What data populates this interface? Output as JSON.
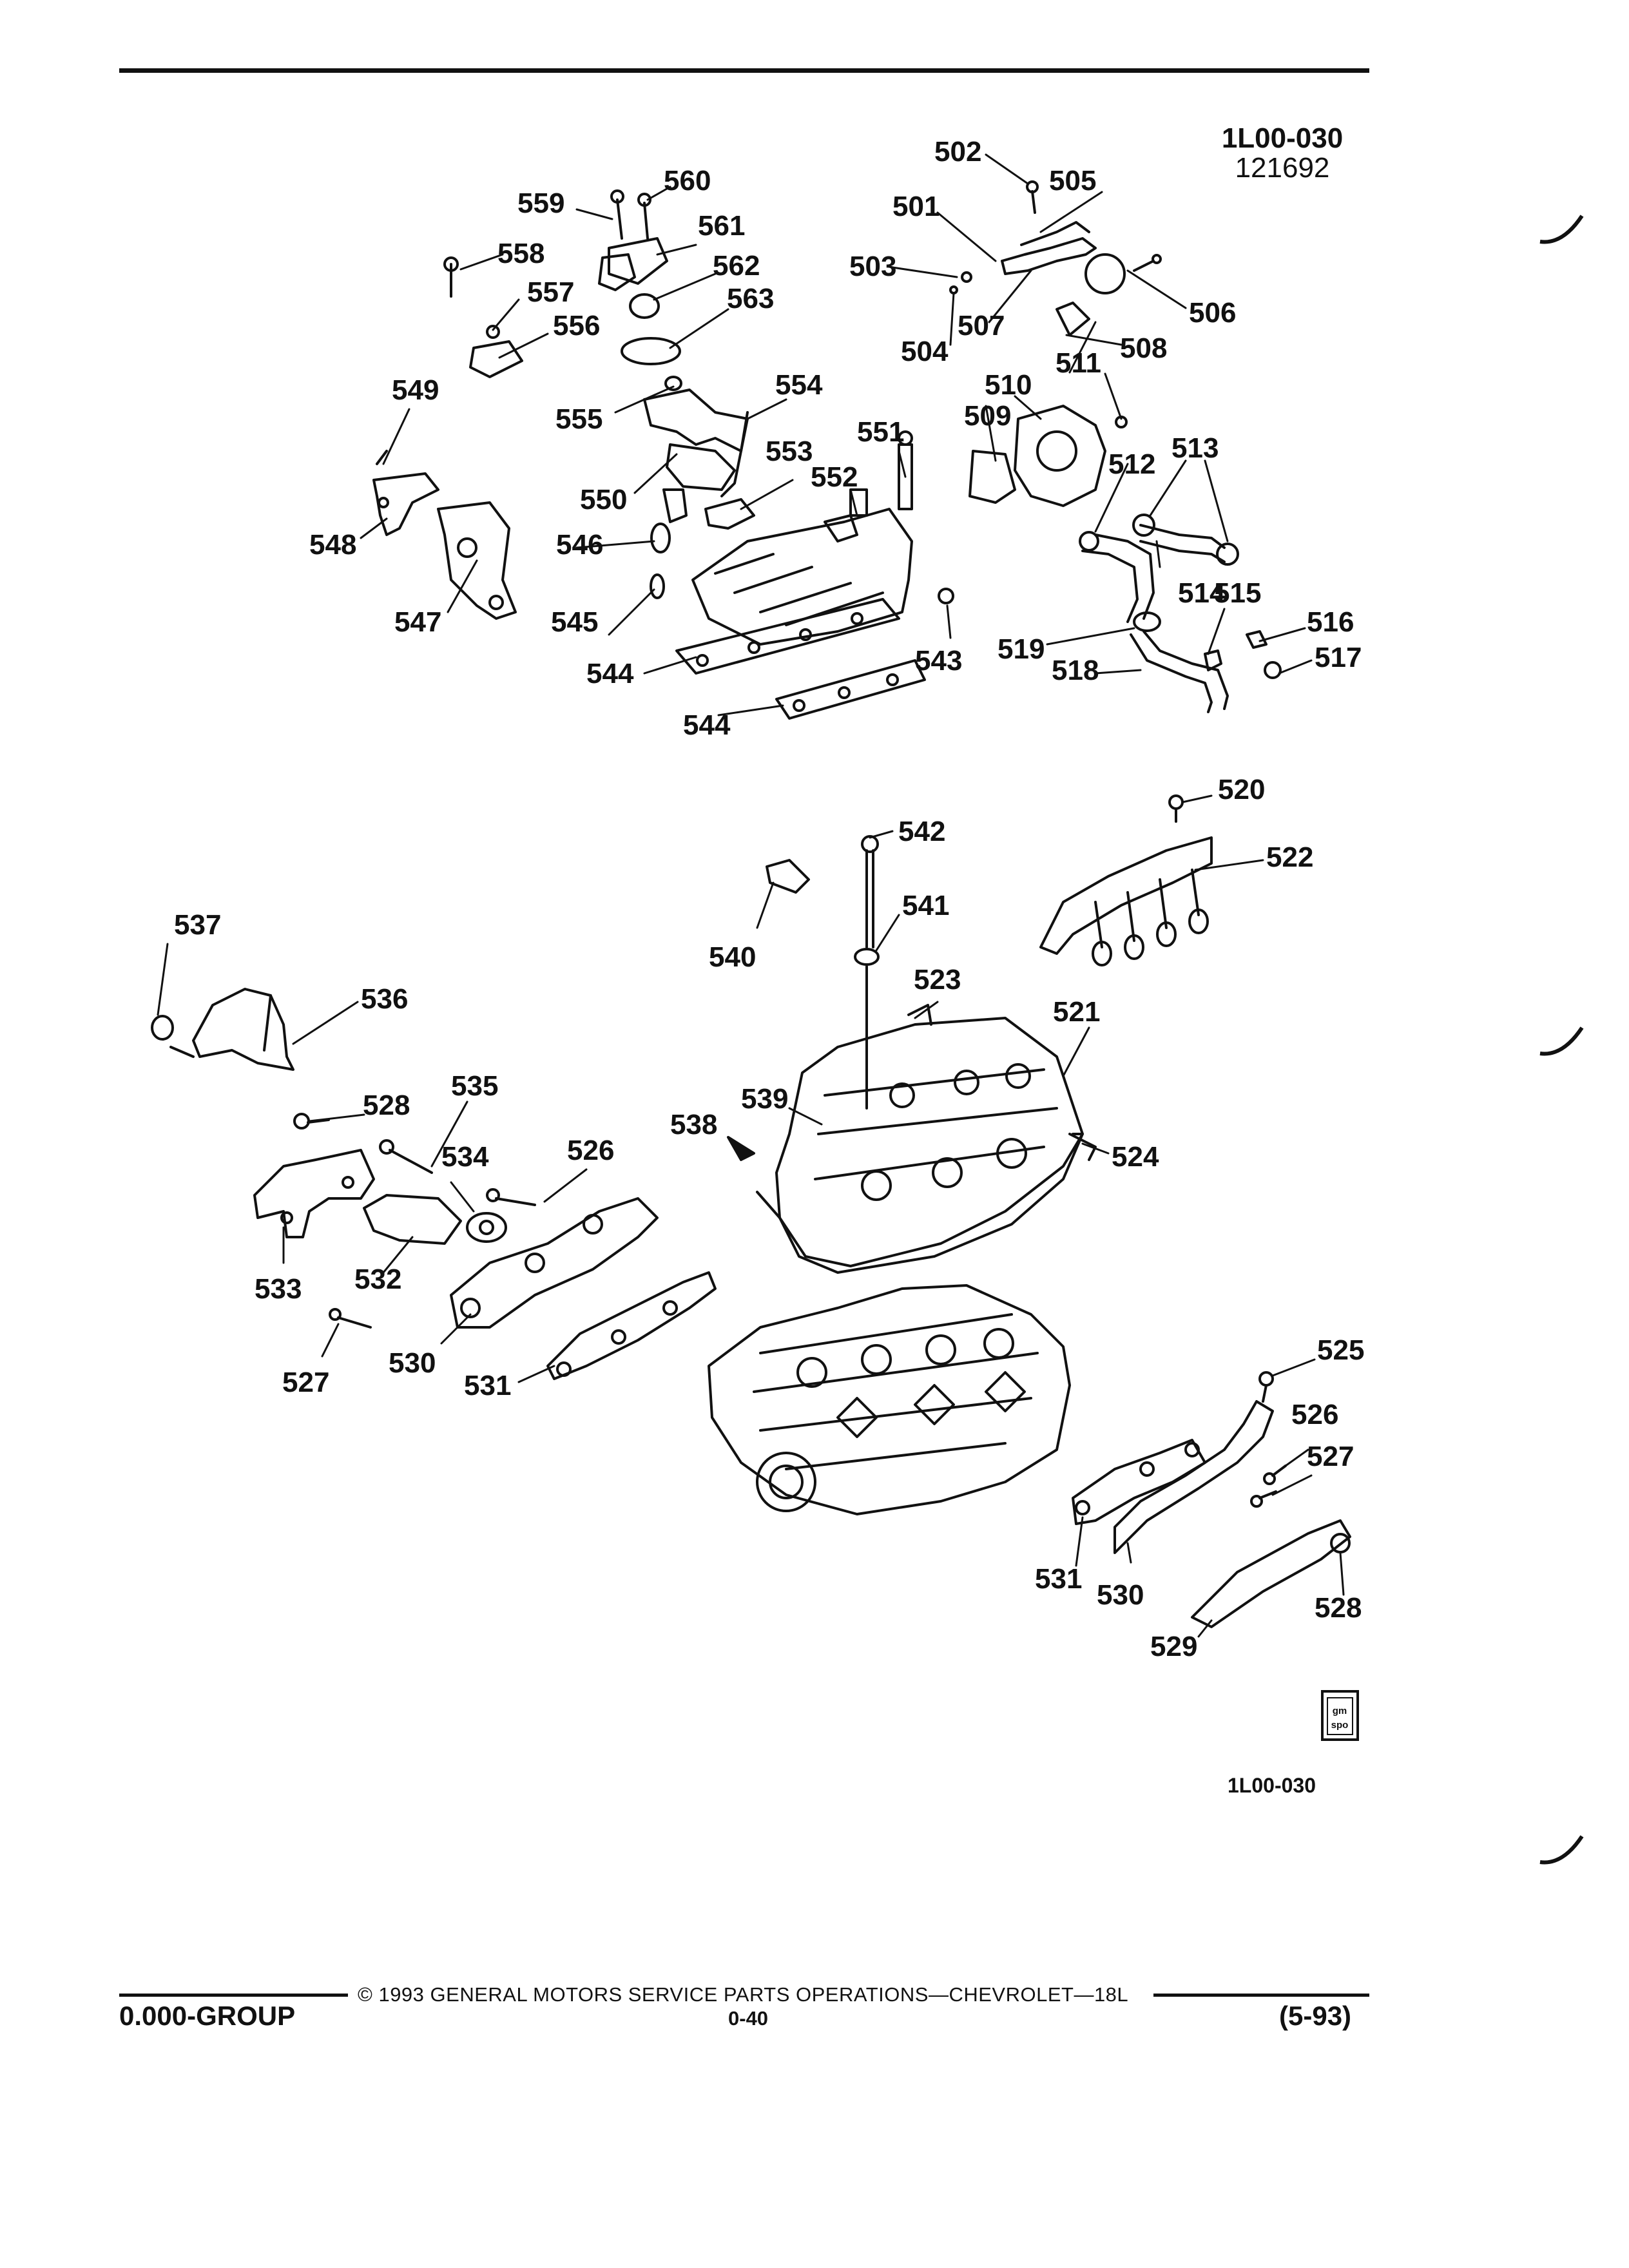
{
  "header": {
    "ref_code": "1L00-030",
    "ref_date": "121692"
  },
  "figure": {
    "callouts": [
      "501",
      "502",
      "503",
      "504",
      "505",
      "506",
      "507",
      "508",
      "509",
      "510",
      "511",
      "512",
      "513",
      "514",
      "515",
      "516",
      "517",
      "518",
      "519",
      "520",
      "521",
      "522",
      "523",
      "524",
      "525",
      "526",
      "527",
      "528",
      "529",
      "530",
      "531",
      "532",
      "533",
      "534",
      "535",
      "536",
      "537",
      "538",
      "539",
      "540",
      "541",
      "542",
      "543",
      "544",
      "545",
      "546",
      "547",
      "548",
      "549",
      "550",
      "551",
      "552",
      "553",
      "554",
      "555",
      "556",
      "557",
      "558",
      "559",
      "560",
      "561",
      "562",
      "563"
    ],
    "logo_text": "gm spo",
    "figure_code": "1L00-030"
  },
  "footer": {
    "copyright": "© 1993 GENERAL MOTORS SERVICE PARTS OPERATIONS—CHEVROLET—18L",
    "group": "0.000-GROUP",
    "page_number": "0-40",
    "revision": "(5-93)"
  }
}
